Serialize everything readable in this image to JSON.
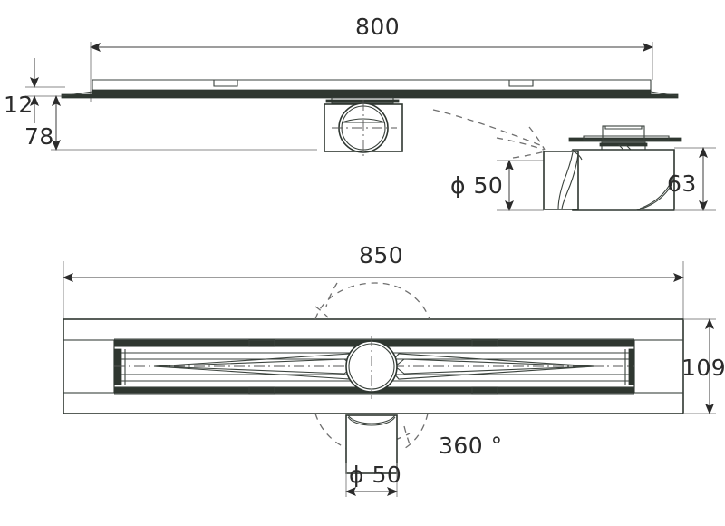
{
  "drawing": {
    "title": "Linear shower drain channel - technical dimension drawing",
    "units": "mm",
    "line_color": "#2e3630",
    "dim_color": "#3b3b3b",
    "dashed_color": "#6f6f6f",
    "background": "#ffffff"
  },
  "views": {
    "elevation": {
      "name": "front-elevation-view",
      "dimensions": {
        "length": "800",
        "cover_thickness": "12",
        "body_height": "78"
      }
    },
    "outlet_detail": {
      "name": "outlet-section-detail",
      "dimensions": {
        "outlet_diameter": "ϕ 50",
        "outlet_height": "63"
      }
    },
    "plan": {
      "name": "top-plan-view",
      "dimensions": {
        "overall_length": "850",
        "overall_width": "109",
        "outlet_diameter": "ϕ 50",
        "rotation": "360 °"
      }
    }
  },
  "labels": {
    "length_800": "800",
    "thickness_12": "12",
    "height_78": "78",
    "phi_50_elev": "ϕ 50",
    "height_63": "63",
    "length_850": "850",
    "width_109": "109",
    "rotation_360": "360 °",
    "phi_50_plan": "ϕ 50"
  }
}
